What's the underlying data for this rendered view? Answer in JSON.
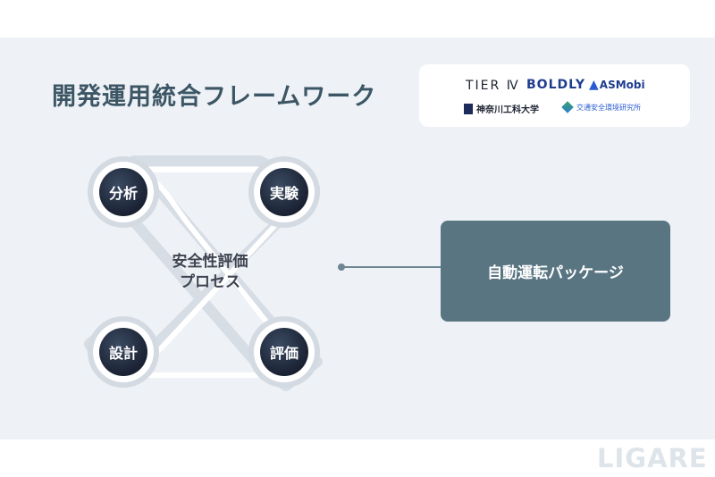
{
  "title": "開発運用統合フレームワーク",
  "logos": {
    "tier4": "TIER Ⅳ",
    "boldly": "BOLDLY",
    "asmobi": "ASMobi",
    "kanagawa": "神奈川工科大学",
    "koutsu": "交通安全環境研究所"
  },
  "diagram": {
    "center_lines": [
      "安全性評価",
      "プロセス"
    ],
    "nodes": {
      "top_left": "分析",
      "top_right": "実験",
      "bottom_left": "設計",
      "bottom_right": "評価"
    }
  },
  "package": "自動運転パッケージ",
  "watermark": "LIGARE",
  "colors": {
    "background": "#eef2f7",
    "title": "#3d5665",
    "node": "#1a2233",
    "package": "#597582"
  }
}
